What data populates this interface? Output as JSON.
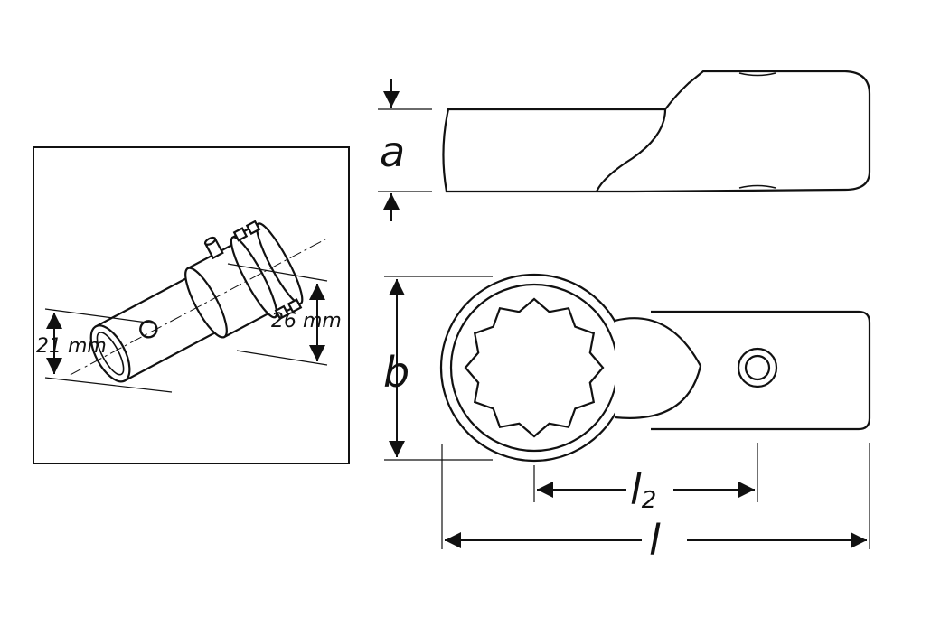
{
  "inset": {
    "diameter_small": "21 mm",
    "diameter_large": "26 mm"
  },
  "dimensions": {
    "a": "a",
    "b": "b",
    "l2_main": "l",
    "l2_sub": "2",
    "l": "l"
  },
  "colors": {
    "line": "#111111",
    "background": "#ffffff"
  }
}
